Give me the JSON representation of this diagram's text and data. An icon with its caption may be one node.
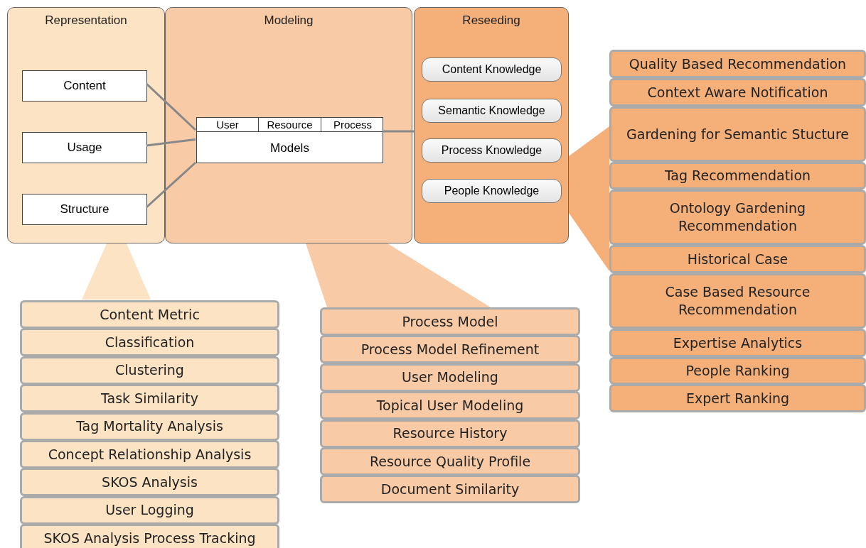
{
  "diagram": {
    "nodes": [
      {
        "text": [
          "Representation"
        ]
      },
      {
        "text": [
          "Content"
        ],
        "in": 0
      },
      {
        "text": [
          "Usage"
        ],
        "in": 0
      },
      {
        "text": [
          "Structure"
        ],
        "in": 0
      },
      {
        "text": [
          "Modeling"
        ]
      },
      {
        "text": [
          "User",
          "Resource",
          "Process",
          "Models"
        ],
        "in": 4
      },
      {
        "text": [
          "Reseeding"
        ]
      },
      {
        "text": [
          "Content Knowledge"
        ],
        "in": 6
      },
      {
        "text": [
          "Semantic Knowledge"
        ],
        "in": 6
      },
      {
        "text": [
          "Process Knowledge"
        ],
        "in": 6
      },
      {
        "text": [
          "People Knowledge"
        ],
        "in": 6
      },
      {
        "text": [
          "Quality Based Recommendation"
        ]
      },
      {
        "text": [
          "Context Aware Notification"
        ]
      },
      {
        "text": [
          "Gardening for Semantic Stucture"
        ]
      },
      {
        "text": [
          "Tag Recommendation"
        ]
      },
      {
        "text": [
          "Ontology Gardening Recommendation"
        ]
      },
      {
        "text": [
          "Historical Case"
        ]
      },
      {
        "text": [
          "Case Based Resource Recommendation"
        ]
      },
      {
        "text": [
          "Expertise Analytics"
        ]
      },
      {
        "text": [
          "People Ranking"
        ]
      },
      {
        "text": [
          "Expert Ranking"
        ]
      },
      {
        "text": [
          "Content Metric"
        ]
      },
      {
        "text": [
          "Classification"
        ]
      },
      {
        "text": [
          "Clustering"
        ]
      },
      {
        "text": [
          "Task Similarity"
        ]
      },
      {
        "text": [
          "Tag Mortality Analysis"
        ]
      },
      {
        "text": [
          "Concept Relationship Analysis"
        ]
      },
      {
        "text": [
          "SKOS Analysis"
        ]
      },
      {
        "text": [
          "User Logging"
        ]
      },
      {
        "text": [
          "SKOS Analysis Process Tracking"
        ]
      },
      {
        "text": [
          "Process Model"
        ]
      },
      {
        "text": [
          "Process Model Refinement"
        ]
      },
      {
        "text": [
          "User Modeling"
        ]
      },
      {
        "text": [
          "Topical User Modeling"
        ]
      },
      {
        "text": [
          "Resource History"
        ]
      },
      {
        "text": [
          "Resource Quality Profile"
        ]
      },
      {
        "text": [
          "Document Similarity"
        ]
      },
      {
        "text": [],
        "shape": "wedge"
      },
      {
        "text": [],
        "shape": "wedge"
      },
      {
        "text": [],
        "shape": "wedge"
      }
    ],
    "edges": [
      {
        "from": 1,
        "to": 5,
        "arrow": "none"
      },
      {
        "from": 2,
        "to": 5,
        "arrow": "none"
      },
      {
        "from": 3,
        "to": 5,
        "arrow": "none"
      },
      {
        "from": 5,
        "to": 6,
        "arrow": "none"
      }
    ]
  }
}
